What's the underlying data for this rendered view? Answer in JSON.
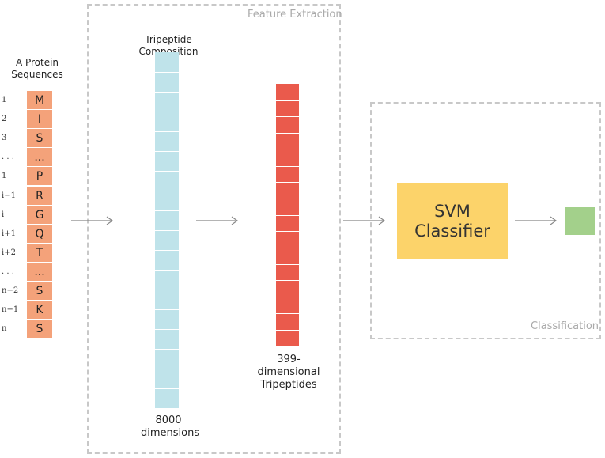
{
  "feature_extraction_label": "Feature Extraction",
  "classification_label": "Classification",
  "protein_label_line1": "A Protein",
  "protein_label_line2": "Sequences",
  "sequence": [
    {
      "index": "1",
      "residue": "M"
    },
    {
      "index": "2",
      "residue": "I"
    },
    {
      "index": "3",
      "residue": "S"
    },
    {
      "index": ". . .",
      "residue": "..."
    },
    {
      "index": "1",
      "residue": "P"
    },
    {
      "index": "i−1",
      "residue": "R"
    },
    {
      "index": "i",
      "residue": "G"
    },
    {
      "index": "i+1",
      "residue": "Q"
    },
    {
      "index": "i+2",
      "residue": "T"
    },
    {
      "index": ". . .",
      "residue": "..."
    },
    {
      "index": "n−2",
      "residue": "S"
    },
    {
      "index": "n−1",
      "residue": "K"
    },
    {
      "index": "n",
      "residue": "S"
    }
  ],
  "tripeptide_composition_label": "Tripeptide Composition",
  "dimensions_line1": "8000",
  "dimensions_line2": "dimensions",
  "tripeptides_line1": "399-",
  "tripeptides_line2": "dimensional",
  "tripeptides_line3": "Tripeptides",
  "svm_line1": "SVM",
  "svm_line2": "Classifier",
  "colors": {
    "sequence": "#f4a27a",
    "composition": "#bfe3ea",
    "tripeptides": "#ea5a4c",
    "classifier": "#fcd36a",
    "output": "#a3d08b"
  }
}
